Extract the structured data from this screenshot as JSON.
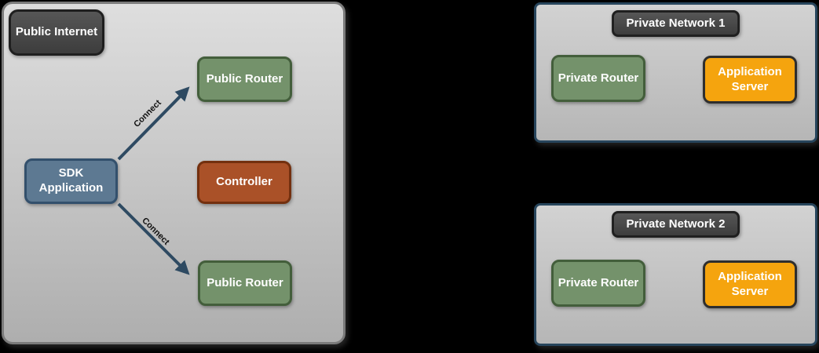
{
  "colors": {
    "background": "#000000",
    "public_panel_fill_top": "#DEDEDE",
    "public_panel_fill_bottom": "#AEAEAE",
    "public_panel_border": "#7B7B7B",
    "private_panel_border": "#27455C",
    "private_panel_fill": "#C6C6C6",
    "dark_node_fill": "#474747",
    "dark_node_border": "#1F1F1F",
    "green_node_fill": "#74926B",
    "green_node_border": "#435E3B",
    "slate_node_fill": "#5D7992",
    "slate_node_border": "#33506C",
    "rust_node_fill": "#AA5128",
    "rust_node_border": "#73300F",
    "orange_node_fill": "#F5A40E",
    "orange_node_border": "#2E2E2E",
    "arrow": "#2E4A62",
    "node_text": "#FFFFFF",
    "edge_label_text": "#101010"
  },
  "public_internet": {
    "label": "Public Internet",
    "sdk_application": "SDK Application",
    "public_router_top": "Public Router",
    "controller": "Controller",
    "public_router_bottom": "Public Router",
    "edges": [
      {
        "label": "Connect",
        "from": "SDK Application",
        "to": "Public Router (top)"
      },
      {
        "label": "Connect",
        "from": "SDK Application",
        "to": "Public Router (bottom)"
      }
    ]
  },
  "private_networks": [
    {
      "title": "Private Network 1",
      "private_router": "Private Router",
      "application_server": "Application Server"
    },
    {
      "title": "Private Network 2",
      "private_router": "Private Router",
      "application_server": "Application Server"
    }
  ]
}
